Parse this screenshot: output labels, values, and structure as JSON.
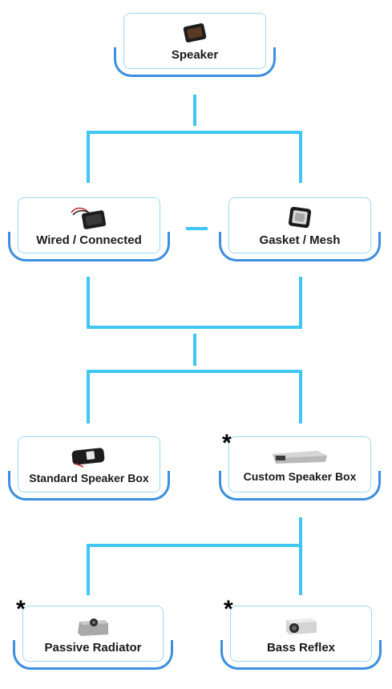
{
  "nodes": {
    "speaker": {
      "label": "Speaker",
      "icon": "speaker-driver-icon"
    },
    "wired": {
      "label": "Wired / Connected",
      "icon": "wired-speaker-icon"
    },
    "gasket": {
      "label": "Gasket / Mesh",
      "icon": "gasket-speaker-icon"
    },
    "standard_box": {
      "label": "Standard Speaker Box",
      "icon": "speaker-box-icon"
    },
    "custom_box": {
      "label": "Custom Speaker Box",
      "icon": "custom-speaker-box-icon"
    },
    "passive_radiator": {
      "label": "Passive Radiator",
      "icon": "passive-radiator-icon"
    },
    "bass_reflex": {
      "label": "Bass Reflex",
      "icon": "bass-reflex-icon"
    }
  },
  "marker": "*",
  "colors": {
    "connector": "#3fc6f2",
    "node_border": "#9fd8f2",
    "node_base": "#3d8fe0"
  }
}
